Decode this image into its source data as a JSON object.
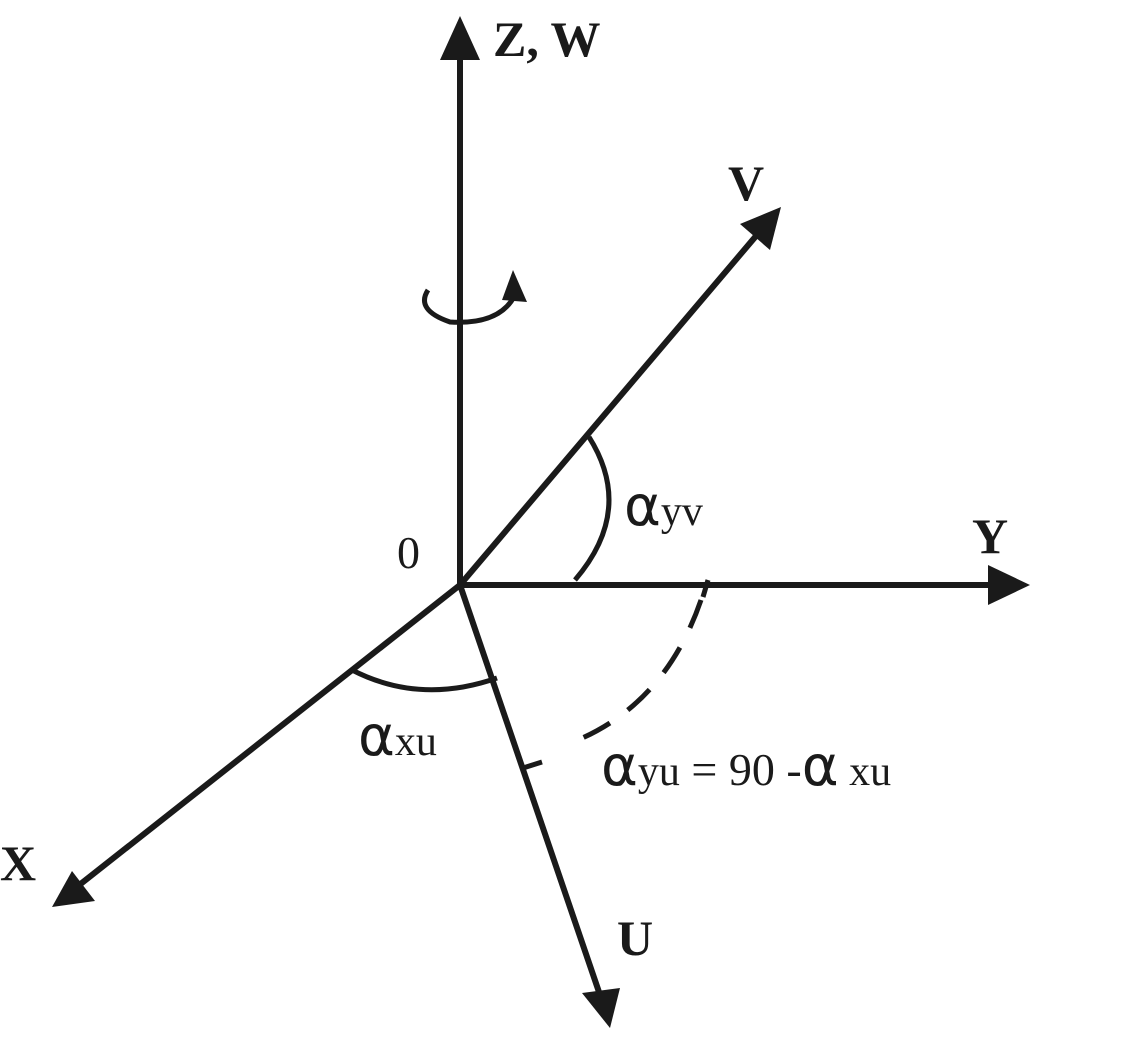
{
  "labels": {
    "z_axis": "Z, W",
    "v_axis": "V",
    "y_axis": "Y",
    "x_axis": "X",
    "u_axis": "U",
    "origin": "0"
  },
  "angles": {
    "alpha": "α",
    "yv_sub": "yv",
    "xu_sub": "xu",
    "yu_sub": "yu",
    "yu_eq": " = 90 -",
    "yu_sub2": " xu"
  },
  "colors": {
    "ink": "#1a1a1a",
    "background": "#ffffff"
  },
  "icons": {
    "rotation": "rotation-arrow-icon"
  }
}
